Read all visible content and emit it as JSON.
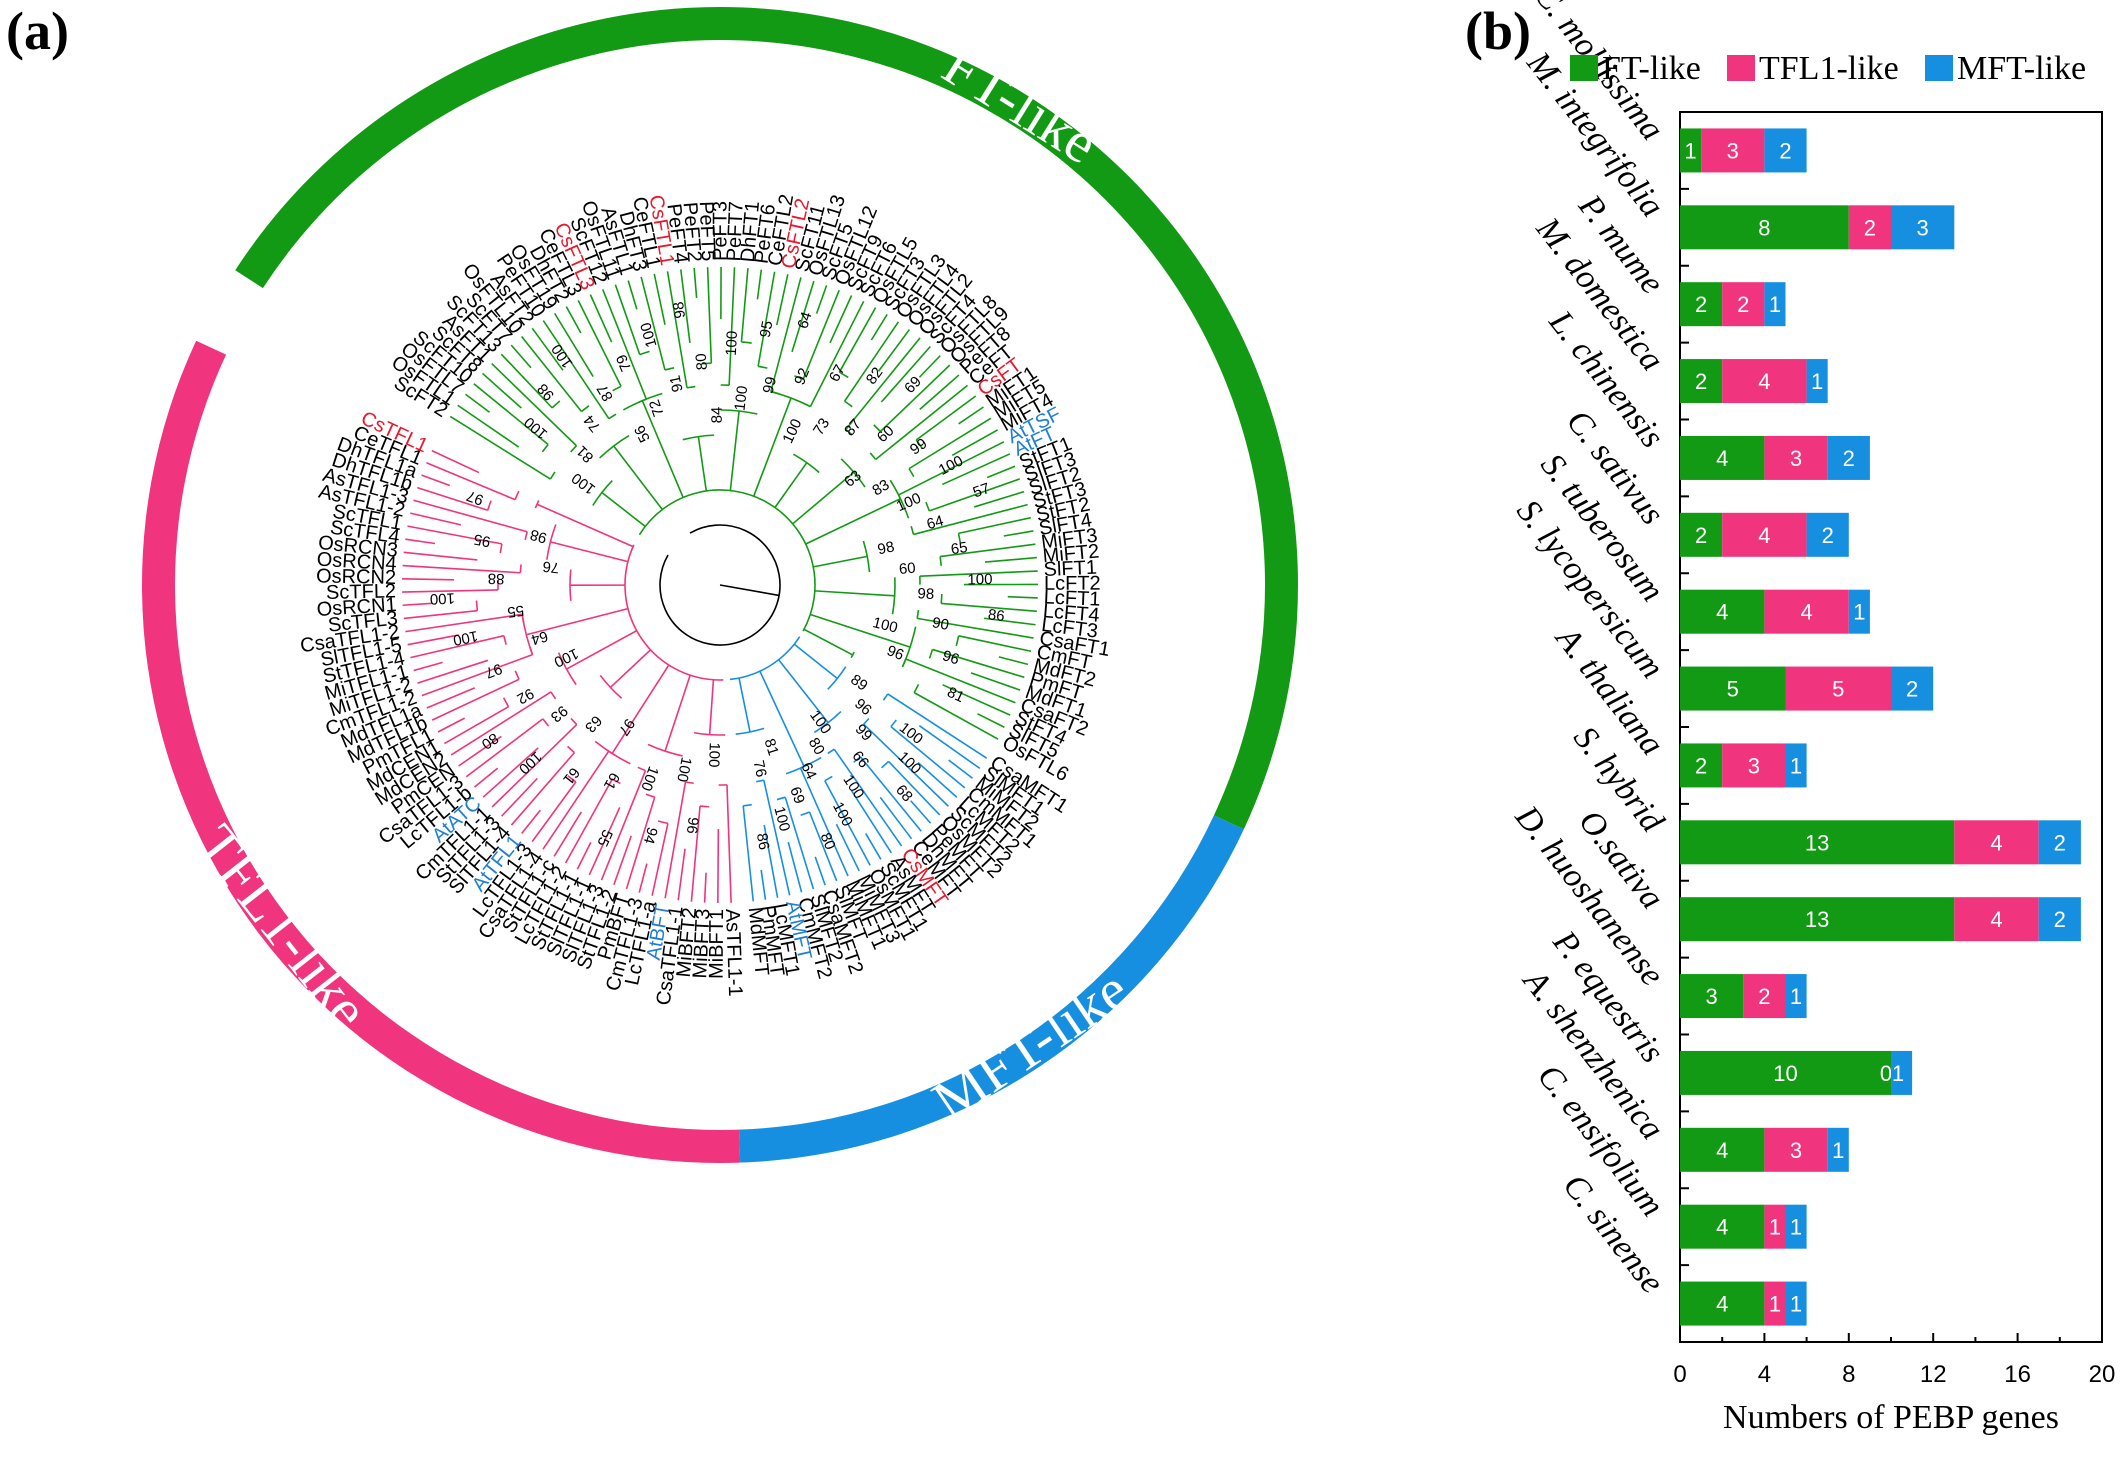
{
  "panel_a": {
    "label": "(a)",
    "clades": [
      {
        "name": "FT-like",
        "color": "#139a14"
      },
      {
        "name": "TFL1-like",
        "color": "#f0347e"
      },
      {
        "name": "MFT-like",
        "color": "#178fe0"
      }
    ],
    "ft_leaves": [
      "ScFT2",
      "OsFTL1",
      "OsFTL7",
      "ScFT10",
      "ScFT8",
      "AsFT1",
      "ScFT13",
      "ScFT7",
      "OsFTL10",
      "AsFT2",
      "PeFT10",
      "OsFT19",
      "DhFT2",
      "CeFTL3",
      "CsFTL3",
      "ScFT12",
      "OsFTL11",
      "AsFTL1",
      "DhFT3",
      "CeFTL1",
      "CsFTL1",
      "PeFT4",
      "PeFT2",
      "PeFT5",
      "PeFT3",
      "PeFT7",
      "DhFT1",
      "PeFT6",
      "CeFTL2",
      "CsFTL2",
      "ScFT11",
      "OsFTL13",
      "ScFT5",
      "OsFTL12",
      "ScFT9",
      "ScFT6",
      "OsFTL5",
      "ScFT3",
      "OsFTL3",
      "OsFTL4",
      "OsFTL2",
      "ScFT4",
      "OsFTL8",
      "OsFTL9",
      "PeFT8",
      "CeFT",
      "CsFT",
      "MiFT1",
      "MiFT5",
      "MiFT4",
      "AtTSF",
      "AtFT",
      "StFT1",
      "SlFT3",
      "SlFT2",
      "StFT3",
      "StFT2",
      "SlFT4",
      "MiFT3",
      "MiFT2",
      "SlFT1",
      "LcFT2",
      "LcFT1",
      "LcFT4",
      "LcFT3",
      "CsaFT1",
      "CmFT",
      "MdFT2",
      "PmFT",
      "MdFT1",
      "CsaFT2",
      "StFT4",
      "SlFT5",
      "OsFTL6"
    ],
    "mft_leaves": [
      "CsaMFT1",
      "SlMFT1",
      "MiMFT2",
      "CmMFT1",
      "LcMFT2",
      "ScMFT2",
      "OsMFT2",
      "PeMFT",
      "DhMFT",
      "CeMFT",
      "CsMFT",
      "AsMFT",
      "ScMFT1",
      "OsMFT1",
      "MiMFT3",
      "MiMFT1",
      "SlMFT",
      "CsaMFT2",
      "SlMFT2",
      "CmMFT2",
      "AtMFT",
      "LcMFT1",
      "PmMFT",
      "MdMFT"
    ],
    "tfl_leaves": [
      "AsTFL1-1",
      "MiBFT1",
      "MiBFT3",
      "MiBFT2",
      "CsaTFL1-1",
      "AtBFT",
      "LcTFL1-a",
      "CmTFL1-3",
      "PmBFT",
      "StTFL1-2",
      "SlTFL1-3",
      "SlTFL1-1",
      "StTFL1-1",
      "LcTFL1-2",
      "StTFL1-c",
      "CsaTFL1-4",
      "LcTFL1-3",
      "AtTFL1",
      "SlTFL1-4",
      "StTFL1-3",
      "CmTFL1-1",
      "AtATC",
      "LcTFL1-b",
      "CsaTFL1-3",
      "PmCEN",
      "MdCEN2",
      "MdCEN1",
      "PmTFL1",
      "MdTFL1b",
      "MdTFL1a",
      "CmTFL1-2",
      "MiTFL1-2",
      "MiTFL1-1",
      "StTFL1-4",
      "SlTFL1-5",
      "CsaTFL1-2",
      "ScTFL3",
      "OsRCN1",
      "ScTFL2",
      "OsRCN2",
      "OsRCN4",
      "OsRCN3",
      "ScTFL4",
      "ScTFL1",
      "AsTFL1-2",
      "AsTFL1-3",
      "DhTFL1b",
      "DhTFL1a",
      "CeTFL1",
      "CsTFL1"
    ],
    "red_leaves": [
      "CsFTL3",
      "CsFTL1",
      "CsFTL2",
      "CsFT",
      "CsMFT",
      "CsTFL1"
    ],
    "blue_leaves": [
      "AtTSF",
      "AtFT",
      "AtMFT",
      "AtBFT",
      "AtTFL1",
      "AtATC"
    ],
    "ft_bootstrap": [
      "100",
      "100",
      "81",
      "98",
      "74",
      "100",
      "87",
      "56",
      "79",
      "72",
      "100",
      "91",
      "98",
      "80",
      "84",
      "100",
      "100",
      "95",
      "99",
      "64",
      "92",
      "100",
      "67",
      "73",
      "82",
      "87",
      "69",
      "60",
      "63",
      "99",
      "83",
      "100",
      "100",
      "57",
      "64",
      "98",
      "65",
      "60",
      "100",
      "98",
      "86",
      "90",
      "100",
      "96",
      "96",
      "81"
    ],
    "tfl_bootstrap": [
      "100",
      "96",
      "100",
      "94",
      "100",
      "55",
      "61",
      "97",
      "61",
      "63",
      "100",
      "93",
      "80",
      "92",
      "100",
      "97",
      "64",
      "100",
      "55",
      "100",
      "88",
      "76",
      "95",
      "98",
      "97"
    ],
    "mft_bootstrap": [
      "89",
      "100",
      "96",
      "100",
      "99",
      "68",
      "66",
      "100",
      "100",
      "80",
      "100",
      "64",
      "80",
      "69",
      "81",
      "100",
      "76",
      "86"
    ]
  },
  "panel_b": {
    "label": "(b)",
    "colors": {
      "ft": "#139a14",
      "tfl": "#f0347e",
      "mft": "#178fe0"
    },
    "chart_data": {
      "type": "bar",
      "orientation": "horizontal",
      "stacked": true,
      "categories": [
        "C. mollissima",
        "M. integrifolia",
        "P. mume",
        "M. domestica",
        "L. chinensis",
        "C. sativus",
        "S. tuberosum",
        "S. lycopersicum",
        "A. thaliana",
        "S. hybrid",
        "O.sativa",
        "D. huoshanense",
        "P. equestris",
        "A. shenzhenica",
        "C. ensifolium",
        "C. sinense"
      ],
      "series": [
        {
          "name": "FT-like",
          "values": [
            1,
            8,
            2,
            2,
            4,
            2,
            4,
            5,
            2,
            13,
            13,
            3,
            10,
            4,
            4,
            4
          ],
          "labels": [
            "1",
            "8",
            "2",
            "2",
            "4",
            "2",
            "4",
            "5",
            "2",
            "13",
            "13",
            "3",
            "10",
            "4",
            "4",
            "4"
          ]
        },
        {
          "name": "TFL1-like",
          "values": [
            3,
            2,
            2,
            4,
            3,
            4,
            4,
            5,
            3,
            4,
            4,
            2,
            0,
            3,
            1,
            1
          ],
          "labels": [
            "3",
            "2",
            "2",
            "4",
            "3",
            "4",
            "4",
            "5",
            "3",
            "4",
            "4",
            "2",
            "0",
            "3",
            "1",
            "1"
          ]
        },
        {
          "name": "MFT-like",
          "values": [
            2,
            3,
            1,
            1,
            2,
            2,
            1,
            2,
            1,
            2,
            2,
            1,
            1,
            1,
            1,
            1
          ],
          "labels": [
            "2",
            "3",
            "1",
            "1",
            "2",
            "2",
            "1",
            "2",
            "1",
            "2",
            "2",
            "1",
            "1",
            "1",
            "1",
            "1"
          ]
        }
      ],
      "xlabel": "Numbers of PEBP genes",
      "ylabel": "",
      "xlim": [
        0,
        20
      ],
      "xticks": [
        "0",
        "4",
        "8",
        "12",
        "16",
        "20"
      ],
      "legend_position": "top",
      "grid": false
    }
  }
}
